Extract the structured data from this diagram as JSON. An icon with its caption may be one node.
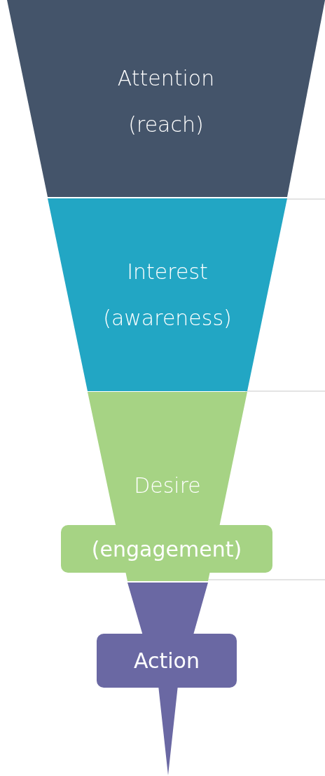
{
  "diagram": {
    "nodes": [
      {
        "text": [
          "Attention (reach)"
        ]
      },
      {
        "text": [
          "Interest (awareness)"
        ]
      },
      {
        "text": [
          "Desire"
        ]
      },
      {
        "text": [
          "(engagement)"
        ]
      },
      {
        "text": [],
        "shape": "triangle"
      },
      {
        "text": [
          "Action"
        ]
      }
    ]
  }
}
